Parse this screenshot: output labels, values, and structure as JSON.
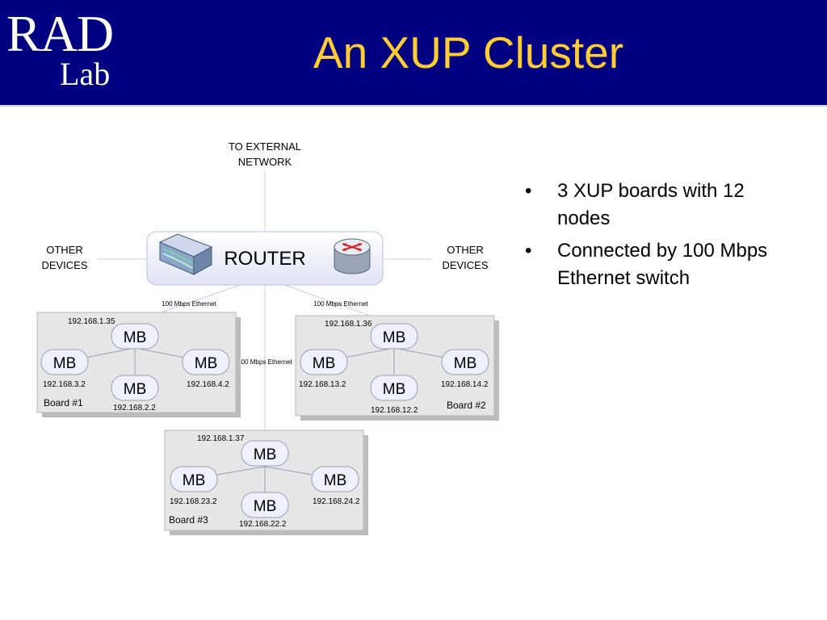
{
  "slide": {
    "title": "An XUP Cluster",
    "logo": {
      "line1": "RAD",
      "line2": "Lab"
    },
    "bullets": [
      "3 XUP boards with 12 nodes",
      "Connected by 100 Mbps Ethernet switch"
    ]
  },
  "diagram": {
    "external": {
      "line1": "TO EXTERNAL",
      "line2": "NETWORK"
    },
    "other_left": {
      "line1": "OTHER",
      "line2": "DEVICES"
    },
    "other_right": {
      "line1": "OTHER",
      "line2": "DEVICES"
    },
    "router_label": "ROUTER",
    "link_label": "100 Mbps Ethernet",
    "node_label": "MB",
    "boards": [
      {
        "name": "Board #1",
        "top_ip": "192.168.1.35",
        "left_ip": "192.168.3.2",
        "right_ip": "192.168.4.2",
        "bottom_ip": "192.168.2.2"
      },
      {
        "name": "Board #2",
        "top_ip": "192.168.1.36",
        "left_ip": "192.168.13.2",
        "right_ip": "192.168.14.2",
        "bottom_ip": "192.168.12.2"
      },
      {
        "name": "Board #3",
        "top_ip": "192.168.1.37",
        "left_ip": "192.168.23.2",
        "right_ip": "192.168.24.2",
        "bottom_ip": "192.168.22.2"
      }
    ]
  },
  "colors": {
    "header_bg": "#000080",
    "title": "#ffcc33",
    "board_fill": "#e6e6e6",
    "node_fill": "#eef0fb"
  }
}
